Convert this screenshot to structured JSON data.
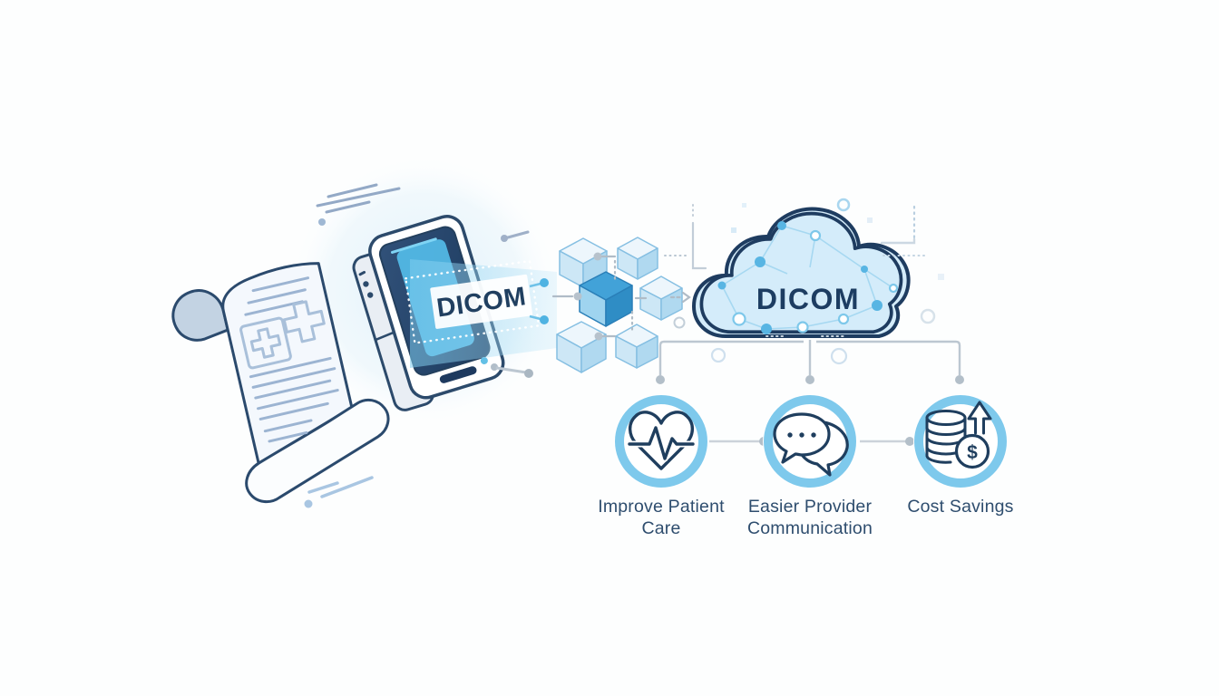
{
  "device": {
    "label": "DICOM"
  },
  "cloud": {
    "label": "DICOM"
  },
  "benefits": {
    "items": [
      {
        "label": "Improve Patient Care",
        "icon": "heartbeat-heart-icon"
      },
      {
        "label": "Easier Provider Communication",
        "icon": "chat-bubbles-icon"
      },
      {
        "label": "Cost Savings",
        "icon": "coins-dollar-arrow-icon",
        "dollar": "$"
      }
    ]
  },
  "icons": {
    "document": "medical-scroll-icon",
    "device": "smartphone-icon",
    "data": "data-cubes-icon",
    "cloud": "cloud-network-icon"
  },
  "colors": {
    "outline_navy": "#1f3e5e",
    "ring_blue": "#7ec9ec",
    "accent_blue": "#4fb3e2",
    "cube_blue": "#42a2d8",
    "light_blue": "#cfe9f7",
    "connector_gray": "#bcc7d1",
    "text_navy": "#2e4d6e"
  }
}
